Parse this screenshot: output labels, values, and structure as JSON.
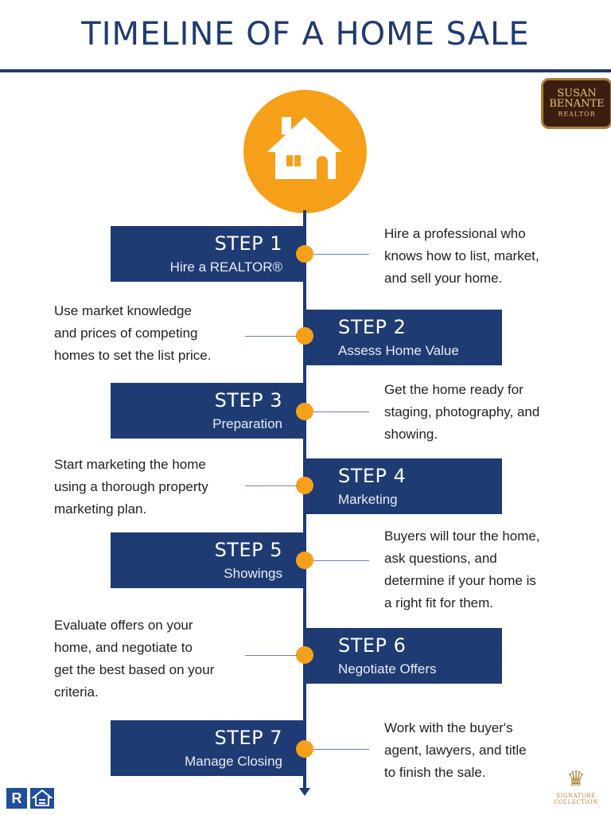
{
  "title": "TIMELINE OF A HOME SALE",
  "logo": {
    "line1": "SUSAN",
    "line2": "BENANTE",
    "line3": "REALTOR"
  },
  "badges": {
    "realtor": "R",
    "signature": "SIGNATURE COLLECTION"
  },
  "colors": {
    "navy": "#1f3b73",
    "orange": "#f6a01a"
  },
  "icons": {
    "hero": "house-icon"
  },
  "steps": [
    {
      "num": "STEP 1",
      "name": "Hire a REALTOR®",
      "desc": [
        "Hire a professional who",
        "knows how to list, market,",
        "and sell your home."
      ]
    },
    {
      "num": "STEP 2",
      "name": "Assess Home Value",
      "desc": [
        "Use market knowledge",
        "and prices of competing",
        "homes to set the list price."
      ]
    },
    {
      "num": "STEP 3",
      "name": "Preparation",
      "desc": [
        "Get the home ready for",
        "staging, photography, and",
        "showing."
      ]
    },
    {
      "num": "STEP 4",
      "name": "Marketing",
      "desc": [
        "Start marketing the home",
        "using a thorough property",
        "marketing plan."
      ]
    },
    {
      "num": "STEP 5",
      "name": "Showings",
      "desc": [
        "Buyers will tour the home,",
        "ask questions, and",
        "determine if your home is",
        "a right fit for them."
      ]
    },
    {
      "num": "STEP 6",
      "name": "Negotiate Offers",
      "desc": [
        "Evaluate offers on your",
        "home, and negotiate to",
        "get the best based on your",
        "criteria."
      ]
    },
    {
      "num": "STEP 7",
      "name": "Manage Closing",
      "desc": [
        "Work with the buyer's",
        "agent, lawyers, and title",
        "to finish the sale."
      ]
    }
  ]
}
